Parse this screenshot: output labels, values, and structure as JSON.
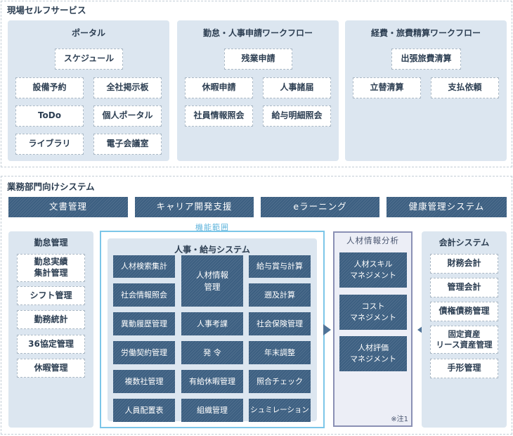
{
  "self_service": {
    "title": "現場セルフサービス",
    "portal": {
      "title": "ポータル",
      "items": [
        "スケジュール",
        "設備予約",
        "全社掲示板",
        "ToDo",
        "個人ポータル",
        "ライブラリ",
        "電子会議室"
      ]
    },
    "hr_workflow": {
      "title": "勤怠・人事申請ワークフロー",
      "items": [
        "残業申請",
        "休暇申請",
        "人事諸届",
        "社員情報照会",
        "給与明細照会"
      ]
    },
    "expense_workflow": {
      "title": "経費・旅費精算ワークフロー",
      "items": [
        "出張旅費清算",
        "立替清算",
        "支払依頼"
      ]
    }
  },
  "business": {
    "title": "業務部門向けシステム",
    "top_bar": [
      "文書管理",
      "キャリア開発支援",
      "eラーニング",
      "健康管理システム"
    ],
    "attendance": {
      "title": "勤怠管理",
      "items": [
        "勤怠実績\n集計管理",
        "シフト管理",
        "勤務統計",
        "36協定管理",
        "休暇管理"
      ]
    },
    "scope_label": "機能範囲",
    "hr_payroll": {
      "title": "人事・給与システム",
      "cells": [
        "人材検索集計",
        "人材情報\n管理",
        "給与賞与計算",
        "社会情報照会",
        "遡及計算",
        "異動履歴管理",
        "人事考課",
        "社会保険管理",
        "労働契約管理",
        "発 令",
        "年末調整",
        "複数社管理",
        "有給休暇管理",
        "照合チェック",
        "人員配置表",
        "組織管理",
        "シュミレーション"
      ]
    },
    "analysis": {
      "title": "人材情報分析",
      "items": [
        "人材スキル\nマネジメント",
        "コスト\nマネジメント",
        "人材評価\nマネジメント"
      ],
      "note": "※注1"
    },
    "accounting": {
      "title": "会計システム",
      "items": [
        "財務会計",
        "管理会計",
        "債権債務管理",
        "固定資産\nリース資産管理",
        "手形管理"
      ]
    }
  },
  "colors": {
    "panel_bg": "#dce6f0",
    "dark_box": "#3c5f81",
    "scope_border": "#7cc6e8",
    "scope_label": "#5fb4dc",
    "analysis_border": "#8a90b4",
    "analysis_bg": "#eceef6",
    "arrow": "#4f7398"
  }
}
